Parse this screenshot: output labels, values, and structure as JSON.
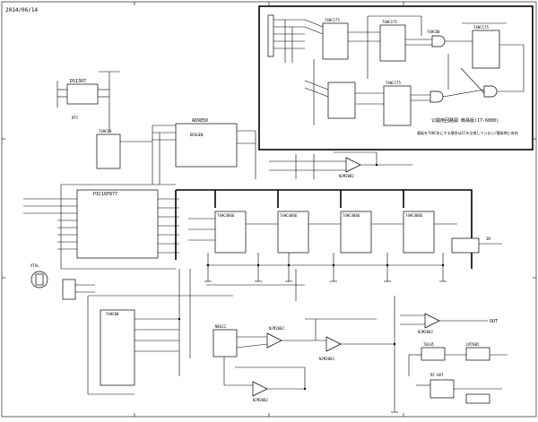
{
  "sheet": {
    "date": "2014/06/14"
  },
  "inset": {
    "ic_top_right": "74HC175",
    "ic_mid": "74HC00",
    "ic_left_a": "74HC175",
    "ic_left_b": "74HC175",
    "ic_bottom": "74HC175",
    "note1": "公開用回路図 簡易版(17-6800)",
    "note2": "基板を74HC系にする場合はICを交換していない/簡易時に有効"
  },
  "ics": {
    "rtc": "DS1307",
    "rtc_sub": "RTC",
    "mcu": "PIC16F877",
    "dac": "74HC00",
    "dds": "AD9850",
    "dds_sub": "DDSGEN",
    "mux1": "74HC4066",
    "mux2": "74HC4066",
    "mux3": "74HC4066",
    "mux4": "74HC4066",
    "ram": "74HC00",
    "mixer": "NE612",
    "opamp_top": "NJM2082",
    "opamp_mid": "NJM2082",
    "opamp_bot": "NJM2082",
    "opamp_r1": "NJM2082",
    "opamp_r2": "NJM2082",
    "reg_a": "78L05",
    "reg_b": "LM7805",
    "crystal": "XTAL",
    "rf_out": "RF-OUT",
    "out_label": "OUT",
    "in_label": "IN"
  }
}
